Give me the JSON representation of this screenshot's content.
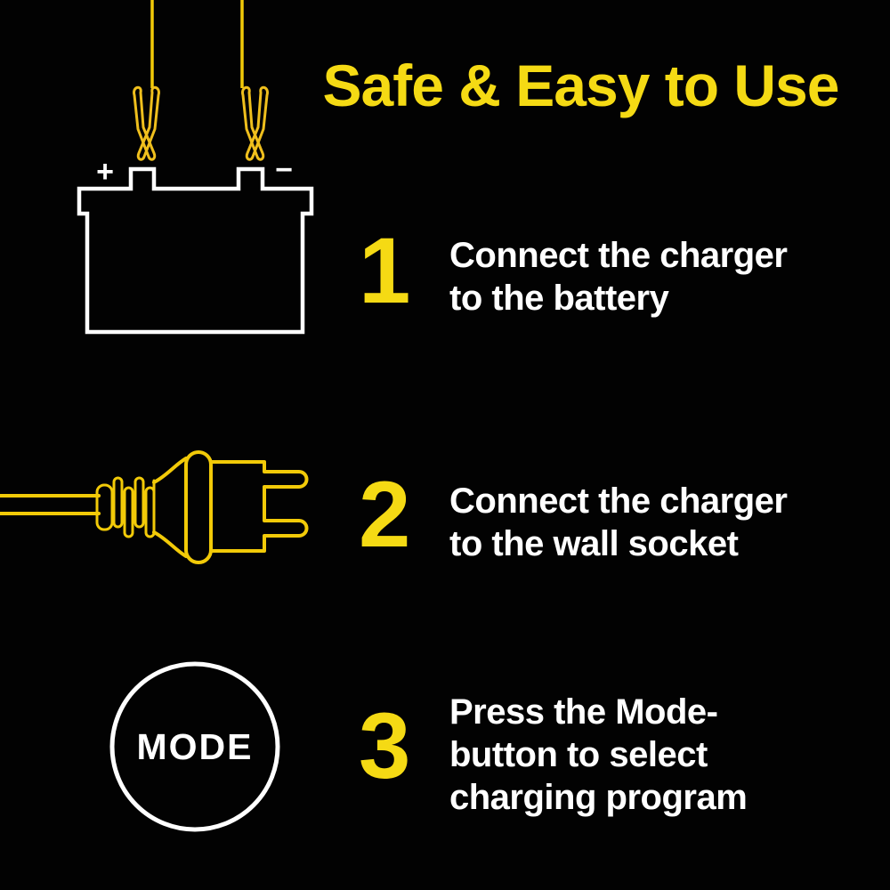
{
  "colors": {
    "background": "#020202",
    "accent_yellow": "#F5DA14",
    "artwork_yellow": "#F2CA08",
    "clamp_gold": "#EFBF1D",
    "text_white": "#FFFFFF"
  },
  "title": "Safe & Easy to Use",
  "steps": [
    {
      "number": "1",
      "lines": [
        "Connect the charger",
        "to the battery"
      ]
    },
    {
      "number": "2",
      "lines": [
        "Connect the charger",
        "to the wall socket"
      ]
    },
    {
      "number": "3",
      "lines": [
        "Press the Mode-",
        "button to select",
        "charging program"
      ]
    }
  ],
  "battery": {
    "positive_label": "+",
    "negative_label": "−"
  },
  "mode_button": {
    "label": "MODE"
  },
  "icons": {
    "battery": "battery-with-clamps-icon",
    "plug": "power-plug-icon",
    "mode": "mode-button-icon"
  }
}
